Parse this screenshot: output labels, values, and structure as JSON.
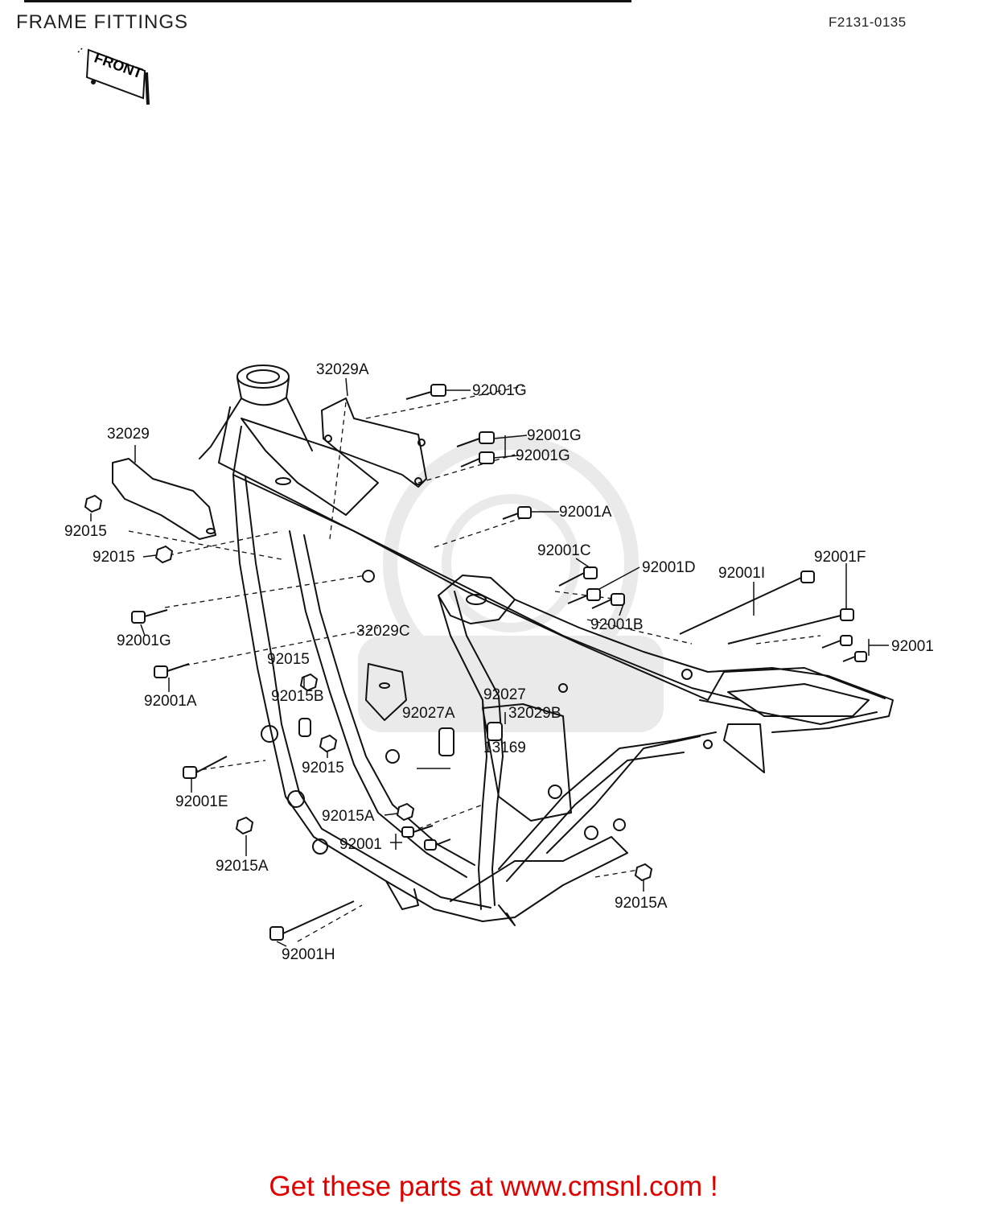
{
  "header": {
    "title": "FRAME FITTINGS",
    "code": "F2131-0135"
  },
  "front_icon": {
    "label": "FRONT",
    "icon": "front-arrow-icon"
  },
  "watermark": {
    "icon": "cmsnl-watermark-logo"
  },
  "parts": {
    "p32029A": "32029A",
    "p92001G_1": "92001G",
    "p32029": "32029",
    "p92001G_2": "92001G",
    "p92001G_3": "92001G",
    "p92001A_1": "92001A",
    "p92015_1": "92015",
    "p92015_2": "92015",
    "p92001C": "92001C",
    "p92001D": "92001D",
    "p92001I": "92001I",
    "p92001F": "92001F",
    "p92001G_4": "92001G",
    "p92001B": "92001B",
    "p92001_1": "92001",
    "p32029C": "32029C",
    "p92001A_2": "92001A",
    "p92015_3": "92015",
    "p92015B": "92015B",
    "p92027": "92027",
    "p92027A": "92027A",
    "p32029B": "32029B",
    "p13169": "13169",
    "p92015_4": "92015",
    "p92001E": "92001E",
    "p92015A_1": "92015A",
    "p92001_2": "92001",
    "p92015A_2": "92015A",
    "p92015A_3": "92015A",
    "p92001H": "92001H"
  },
  "footer": {
    "text": "Get these parts at www.cmsnl.com !",
    "color": "#e00000"
  }
}
